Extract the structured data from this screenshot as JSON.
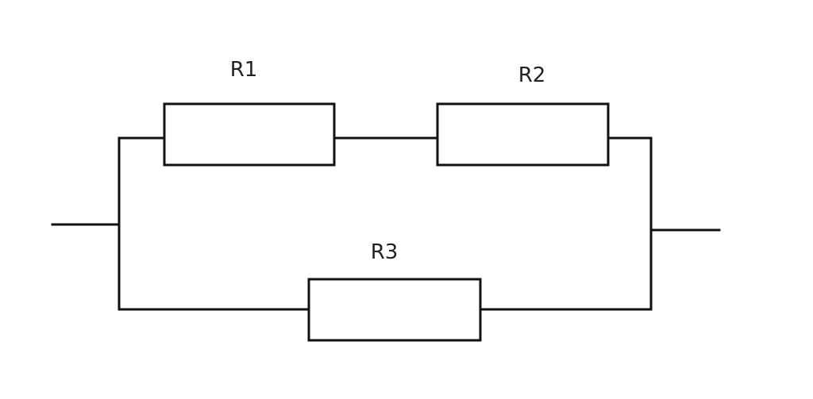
{
  "diagram": {
    "resistors": {
      "r1": {
        "label": "R1"
      },
      "r2": {
        "label": "R2"
      },
      "r3": {
        "label": "R3"
      }
    }
  }
}
